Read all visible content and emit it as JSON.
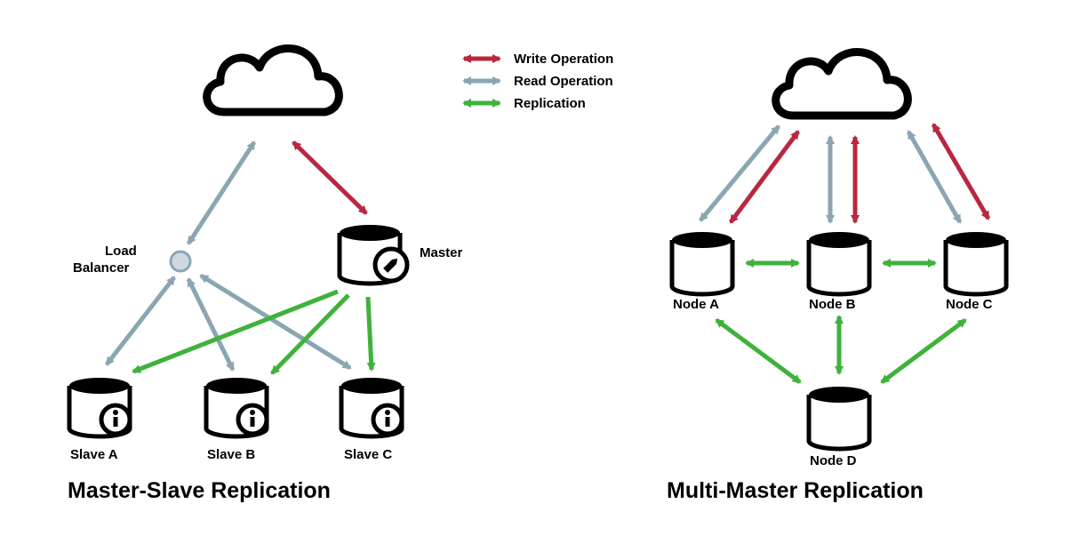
{
  "colors": {
    "write": "#b8283f",
    "read": "#8aa6b3",
    "replication": "#3fb23c",
    "ink": "#000000",
    "balancer": "#cfd7df"
  },
  "legend": {
    "write": "Write Operation",
    "read": "Read Operation",
    "replication": "Replication"
  },
  "left": {
    "title": "Master-Slave Replication",
    "load_balancer_line1": "Load",
    "load_balancer_line2": "Balancer",
    "master": "Master",
    "slave_a": "Slave A",
    "slave_b": "Slave B",
    "slave_c": "Slave C",
    "master_icon": "pencil-icon",
    "slave_icon": "info-icon"
  },
  "right": {
    "title": "Multi-Master Replication",
    "node_a": "Node A",
    "node_b": "Node B",
    "node_c": "Node C",
    "node_d": "Node D"
  }
}
